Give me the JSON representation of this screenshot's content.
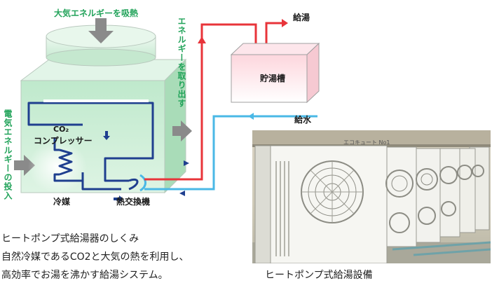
{
  "labels": {
    "top_heat": "大気エネルギーを吸熱",
    "electric": "電気エネルギーの投入",
    "energy_out": "エネルギーを取り出す",
    "compressor_co2": "CO₂",
    "compressor": "コンプレッサー",
    "refrigerant": "冷媒",
    "heat_exchanger": "熱交換機",
    "storage_tank": "貯湯槽",
    "hot_water_out": "給湯",
    "water_in": "給水",
    "unit_plate": "エコキュート No1"
  },
  "captions": {
    "diagram_title": "ヒートポンプ式給湯器のしくみ",
    "diagram_line1": "自然冷媒であるCO2と大気の熱を利用し、",
    "diagram_line2": "高効率でお湯を沸かす給湯システム。",
    "photo_caption": "ヒートポンプ式給湯設備"
  },
  "colors": {
    "unit_body": "#c8ecd3",
    "refrigerant_pipe": "#1f3f8f",
    "hot_pipe": "#e8343a",
    "cold_pipe": "#4ab8e6",
    "label_green": "#22a35a",
    "tank_top": "#fde1e6"
  }
}
